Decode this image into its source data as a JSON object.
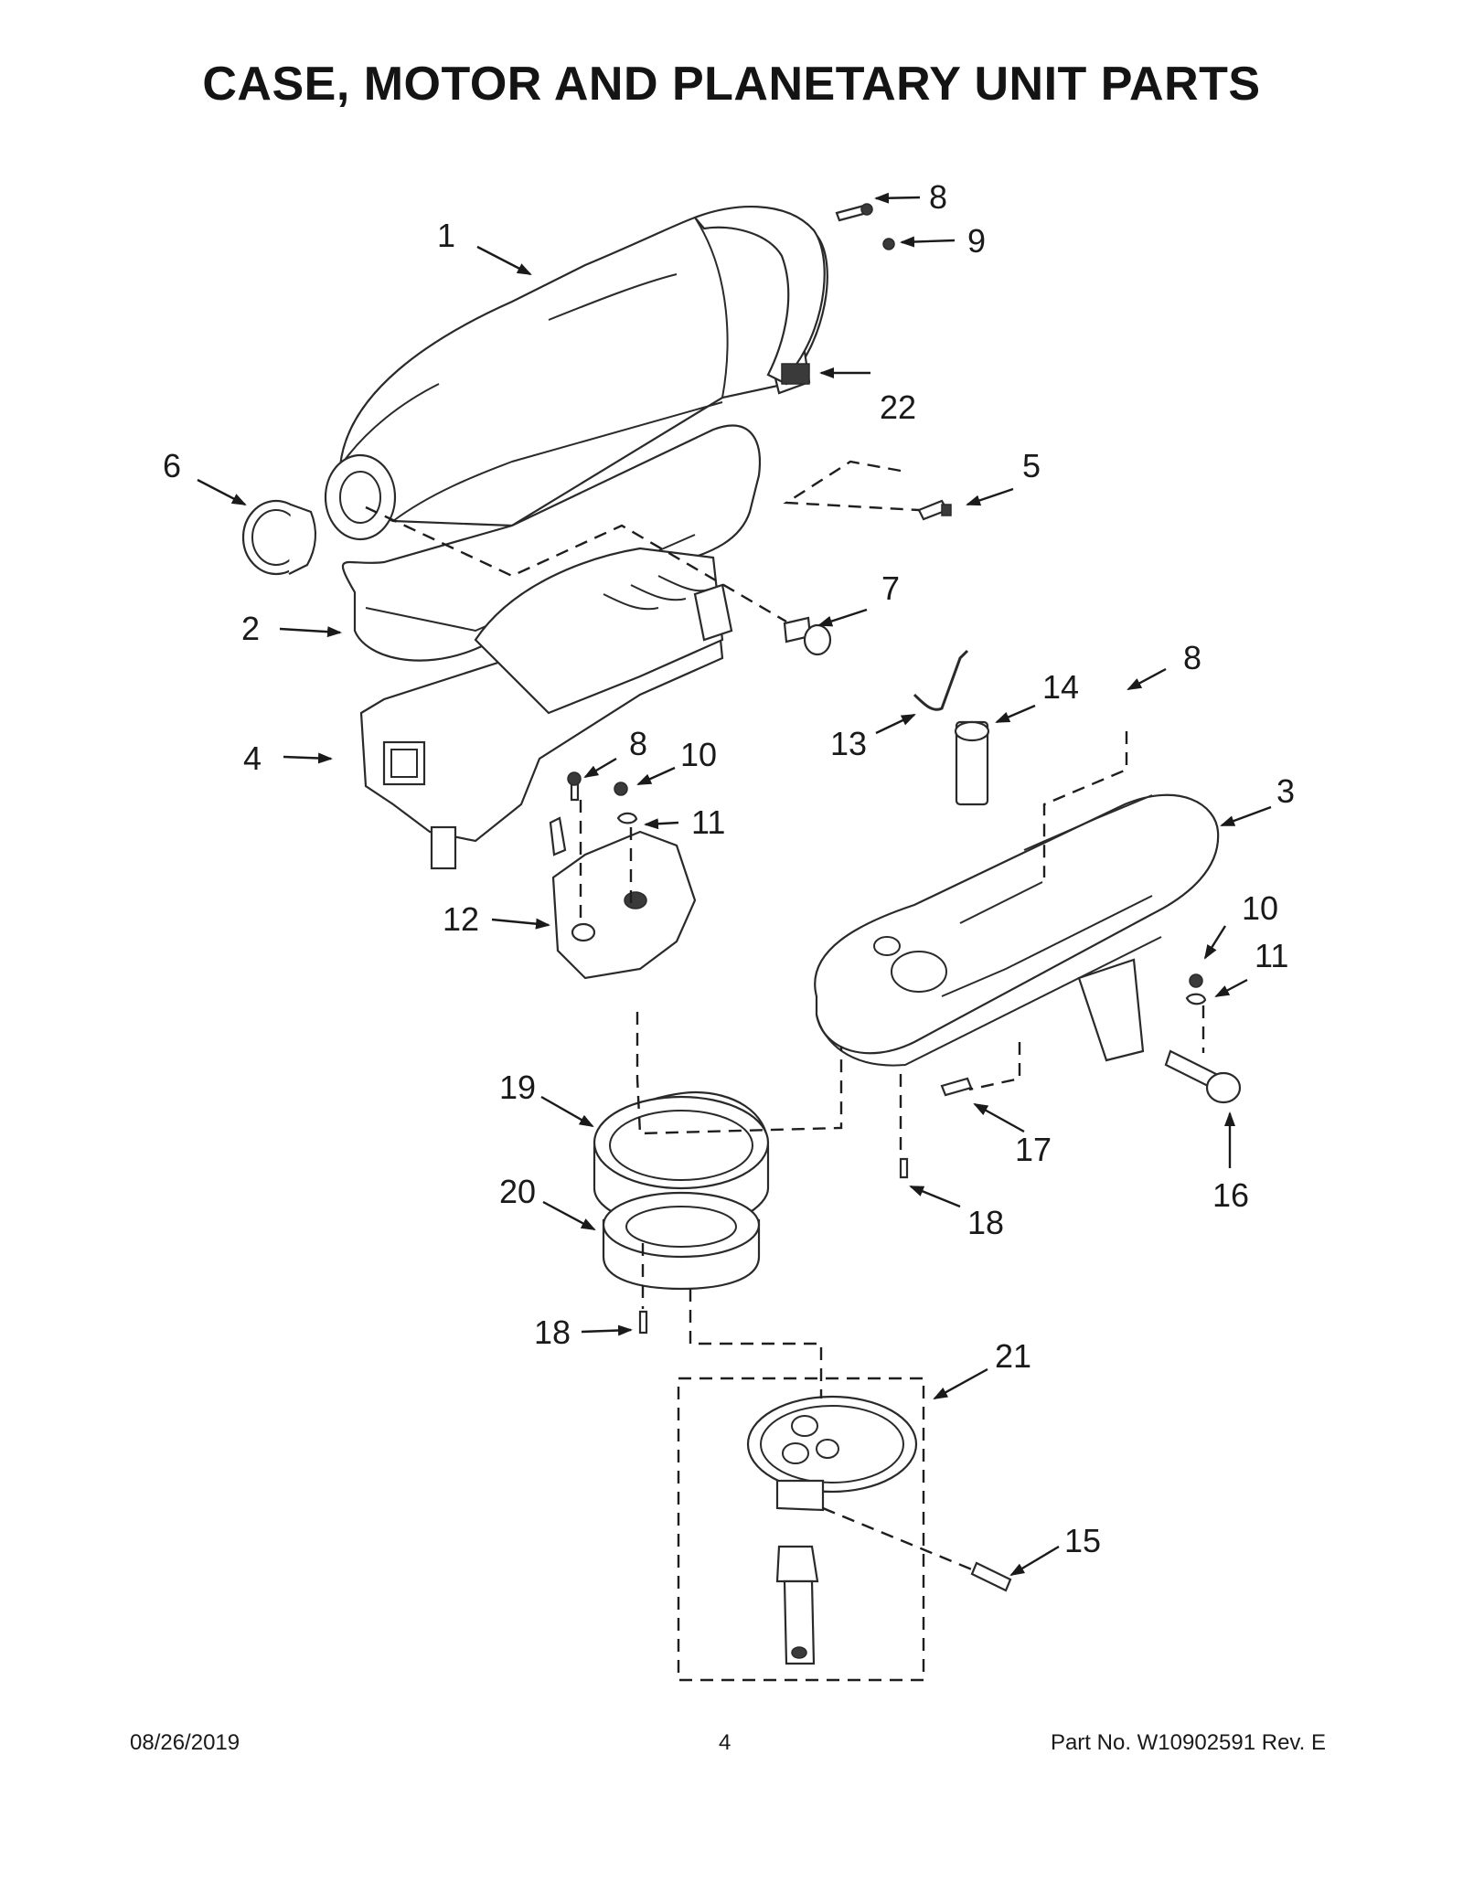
{
  "title": "CASE, MOTOR AND PLANETARY UNIT PARTS",
  "footer": {
    "date": "08/26/2019",
    "page": "4",
    "part_no": "Part No.  W10902591  Rev.  E"
  },
  "callouts": [
    "1",
    "2",
    "3",
    "4",
    "5",
    "6",
    "7",
    "8",
    "9",
    "8",
    "8",
    "10",
    "10",
    "11",
    "11",
    "12",
    "13",
    "14",
    "15",
    "16",
    "17",
    "18",
    "18",
    "19",
    "20",
    "21",
    "22"
  ]
}
